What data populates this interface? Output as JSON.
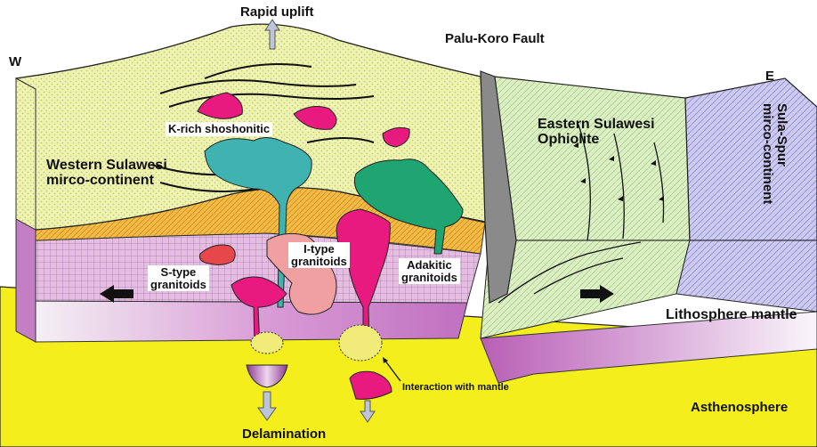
{
  "labels": {
    "rapid_uplift": "Rapid uplift",
    "west": "W",
    "east": "E",
    "palu_koro_fault": "Palu-Koro Fault",
    "k_rich_shoshonitic": "K-rich shoshonitic",
    "western_sulawesi": [
      "Western Sulawesi",
      "mirco-continent"
    ],
    "eastern_sulawesi": [
      "Eastern Sulawesi",
      "Ophiolite"
    ],
    "sula_spur": [
      "Sula-Spur",
      "mirco-continent"
    ],
    "s_type": [
      "S-type",
      "granitoids"
    ],
    "i_type": [
      "I-type",
      "granitoids"
    ],
    "adakitic": [
      "Adakitic",
      "granitoids"
    ],
    "lithosphere_mantle": "Lithosphere mantle",
    "asthenosphere": "Asthenosphere",
    "interaction_with_mantle": "Interaction with mantle",
    "delamination": "Delamination"
  },
  "colors": {
    "upper_crust": "#eef3b4",
    "middle_crust": "#f0b840",
    "lower_crust": "#e3b4d8",
    "lower_crust_grid": "#9a6aa8",
    "lithosphere_west": "#d089cf",
    "asthenosphere": "#f4ef1c",
    "ophiolite": "#dcefc4",
    "sula_spur": "#c9c6ee",
    "k_rich_pluton": "#e8197f",
    "shoshonitic_body": "#3fb2b2",
    "adakitic_body": "#1fa572",
    "s_type_body": "#e5474b",
    "i_type_body": "#f0a0a0",
    "fault": "#8a8a8a"
  }
}
